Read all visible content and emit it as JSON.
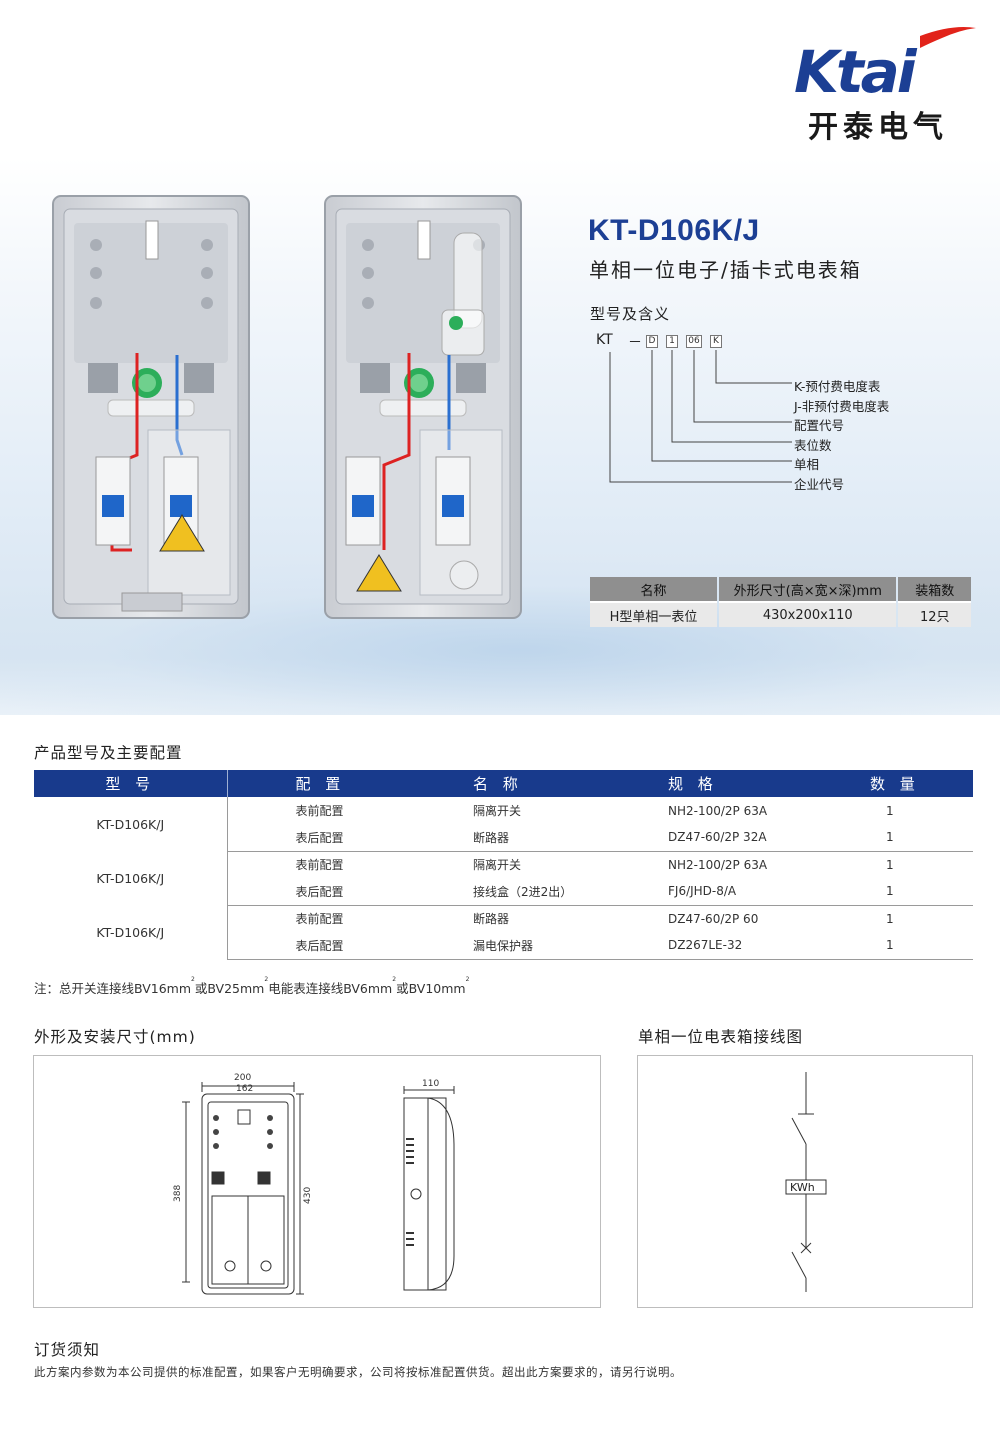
{
  "brand": {
    "logo_latin": "Ktai",
    "logo_cn": "开泰电气",
    "colors": {
      "logo_blue": "#1c3f94",
      "logo_red": "#e2231a"
    }
  },
  "product": {
    "title": "KT-D106K/J",
    "subtitle": "单相一位电子/插卡式电表箱"
  },
  "model_meaning": {
    "heading": "型号及含义",
    "code_prefix": "KT",
    "code_dash": "－",
    "code_boxes": [
      "D",
      "1",
      "06",
      "K"
    ],
    "labels": [
      "K-预付费电度表",
      "J-非预付费电度表",
      "配置代号",
      "表位数",
      "单相",
      "企业代号"
    ]
  },
  "spec_table": {
    "headers": [
      "名称",
      "外形尺寸(高×宽×深)mm",
      "装箱数"
    ],
    "rows": [
      [
        "H型单相一表位",
        "430x200x110",
        "12只"
      ]
    ]
  },
  "config": {
    "title": "产品型号及主要配置",
    "headers": [
      "型 号",
      "配 置",
      "名 称",
      "规 格",
      "数 量"
    ],
    "groups": [
      {
        "model": "KT-D106K/J",
        "rows": [
          {
            "config": "表前配置",
            "name": "隔离开关",
            "spec": "NH2-100/2P 63A",
            "qty": "1"
          },
          {
            "config": "表后配置",
            "name": "断路器",
            "spec": "DZ47-60/2P 32A",
            "qty": "1"
          }
        ]
      },
      {
        "model": "KT-D106K/J",
        "rows": [
          {
            "config": "表前配置",
            "name": "隔离开关",
            "spec": "NH2-100/2P 63A",
            "qty": "1"
          },
          {
            "config": "表后配置",
            "name": "接线盒（2进2出）",
            "spec": "FJ6/JHD-8/A",
            "qty": "1"
          }
        ]
      },
      {
        "model": "KT-D106K/J",
        "rows": [
          {
            "config": "表前配置",
            "name": "断路器",
            "spec": "DZ47-60/2P 60",
            "qty": "1"
          },
          {
            "config": "表后配置",
            "name": "漏电保护器",
            "spec": "DZ267LE-32",
            "qty": "1"
          }
        ]
      }
    ],
    "note_parts": [
      "注：总开关连接线BV16mm",
      "2",
      "或BV25mm",
      "2",
      "电能表连接线BV6mm",
      "2",
      "或BV10mm",
      "2"
    ]
  },
  "dimensions": {
    "title": "外形及安装尺寸(mm)",
    "front_width_outer": "200",
    "front_width_inner": "162",
    "front_height_inner": "388",
    "front_height_outer": "430",
    "side_depth": "110"
  },
  "wiring": {
    "title": "单相一位电表箱接线图",
    "meter_label": "KWh"
  },
  "order": {
    "title": "订货须知",
    "text": "此方案内参数为本公司提供的标准配置，如果客户无明确要求，公司将按标准配置供货。超出此方案要求的，请另行说明。"
  }
}
